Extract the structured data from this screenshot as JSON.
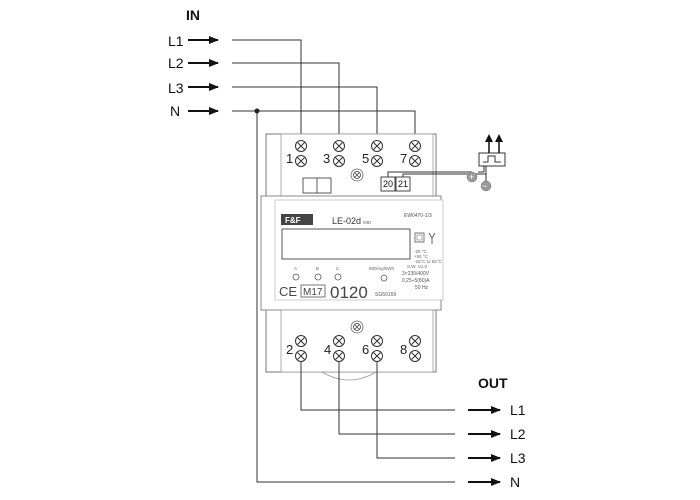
{
  "headings": {
    "in": "IN",
    "out": "OUT"
  },
  "inputs": [
    "L1",
    "L2",
    "L3",
    "N"
  ],
  "outputs": [
    "L1",
    "L2",
    "L3",
    "N"
  ],
  "terminals_top": [
    "1",
    "3",
    "5",
    "7"
  ],
  "terminals_bottom": [
    "2",
    "4",
    "6",
    "8"
  ],
  "pulse_terminals": [
    "20",
    "21"
  ],
  "pulse_polarity": {
    "plus": "+",
    "minus": "−"
  },
  "meter": {
    "brand": "F&F",
    "model": "LE-02d",
    "model_suffix": "MID",
    "code_top": "EW0470-1/3",
    "phases": [
      "A",
      "B",
      "C"
    ],
    "impulse": "800imp/kWh",
    "temp_line1": "-25 °C",
    "temp_line2": "+55 °C",
    "temp_line3": "-25°C to 55°C",
    "sw": "S.W. V1.0",
    "voltage": "3×230/400V",
    "current": "0,25÷5(80)A",
    "freq": "50 Hz",
    "ce": "CE",
    "m_mark": "M17",
    "cert_num": "0120",
    "cert_code": "SG50169"
  }
}
